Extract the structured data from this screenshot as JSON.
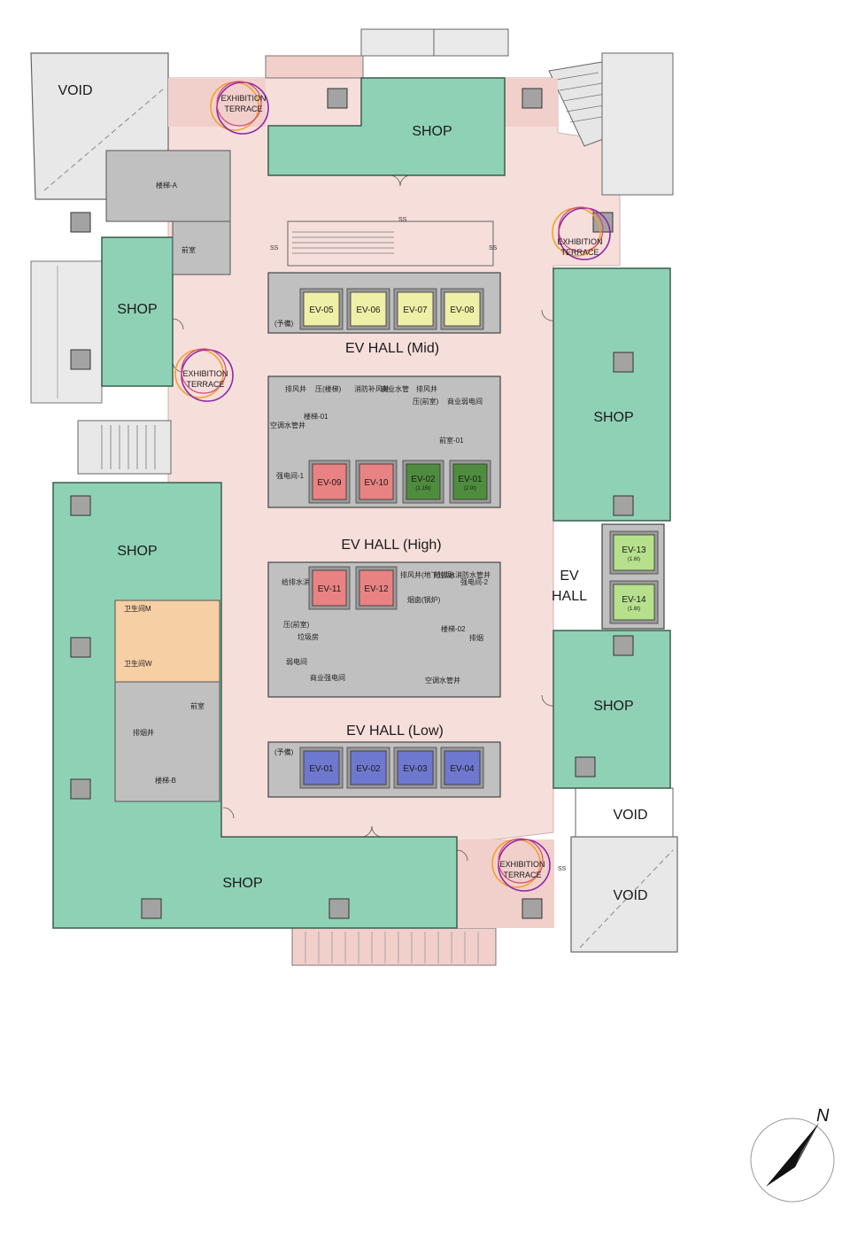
{
  "labels": {
    "shop": "SHOP",
    "void": "VOID",
    "ev_hall_mid": "EV HALL (Mid)",
    "ev_hall_high": "EV HALL (High)",
    "ev_hall_low": "EV HALL (Low)",
    "ev_hall_line1": "EV",
    "ev_hall_line2": "HALL",
    "terrace_line1": "EXHIBITION",
    "terrace_line2": "TERRACE",
    "north": "N",
    "ss": "SS"
  },
  "elevators": {
    "mid": [
      "EV-05",
      "EV-06",
      "EV-07",
      "EV-08"
    ],
    "high": [
      "EV-09",
      "EV-10",
      "EV-02",
      "EV-01"
    ],
    "high_sub": [
      "",
      "",
      "(1.15t)",
      "(2.0t)"
    ],
    "high2": [
      "EV-11",
      "EV-12"
    ],
    "low": [
      "EV-01",
      "EV-02",
      "EV-03",
      "EV-04"
    ],
    "side": [
      "EV-13",
      "EV-14"
    ],
    "side_sub": [
      "(1.6t)",
      "(1.6t)"
    ]
  },
  "rooms": {
    "stair_a": "楼梯-A",
    "stair_b": "楼梯-B",
    "stair_01": "楼梯-01",
    "stair_02": "楼梯-02",
    "anteroom": "前室",
    "anteroom_01": "前室-01",
    "reserve": "(予備)",
    "exhaust_shaft": "排风井",
    "press_stair_ant": "压(楼梯)",
    "diesel_flue": "柴发烟囱",
    "fire_air": "消防补风井",
    "commercial_pipe": "商业水管",
    "press_ant": "压(前室)",
    "commercial_weak": "商业弱电间",
    "ac_pipe": "空调水管井",
    "strong_elec_1": "强电间-1",
    "strong_elec_2": "强电间-2",
    "water_fire": "给排水消防水管井",
    "exhaust_b": "排风井(地下垃圾)",
    "flue_boiler": "烟囱(锅炉)",
    "garbage": "垃圾房",
    "weak_elec": "弱电间",
    "commercial_strong": "商业强电间",
    "smoke_exhaust": "排烟",
    "ac_pipe_2": "空调水管井",
    "toilet_m": "卫生间M",
    "toilet_w": "卫生间W",
    "smoke_shaft": "排烟井"
  },
  "colors": {
    "shop": "#8fd1b4",
    "corridor": "#f6dedb",
    "terrace": "#f1cfcb",
    "core": "#c0c0c0",
    "ev_mid": "#eef0a8",
    "ev_high_red": "#e98383",
    "ev_high_green": "#4f8d3e",
    "ev_low": "#6f78cf",
    "ev_side": "#b6e08c",
    "toilet": "#f7cfa4"
  }
}
